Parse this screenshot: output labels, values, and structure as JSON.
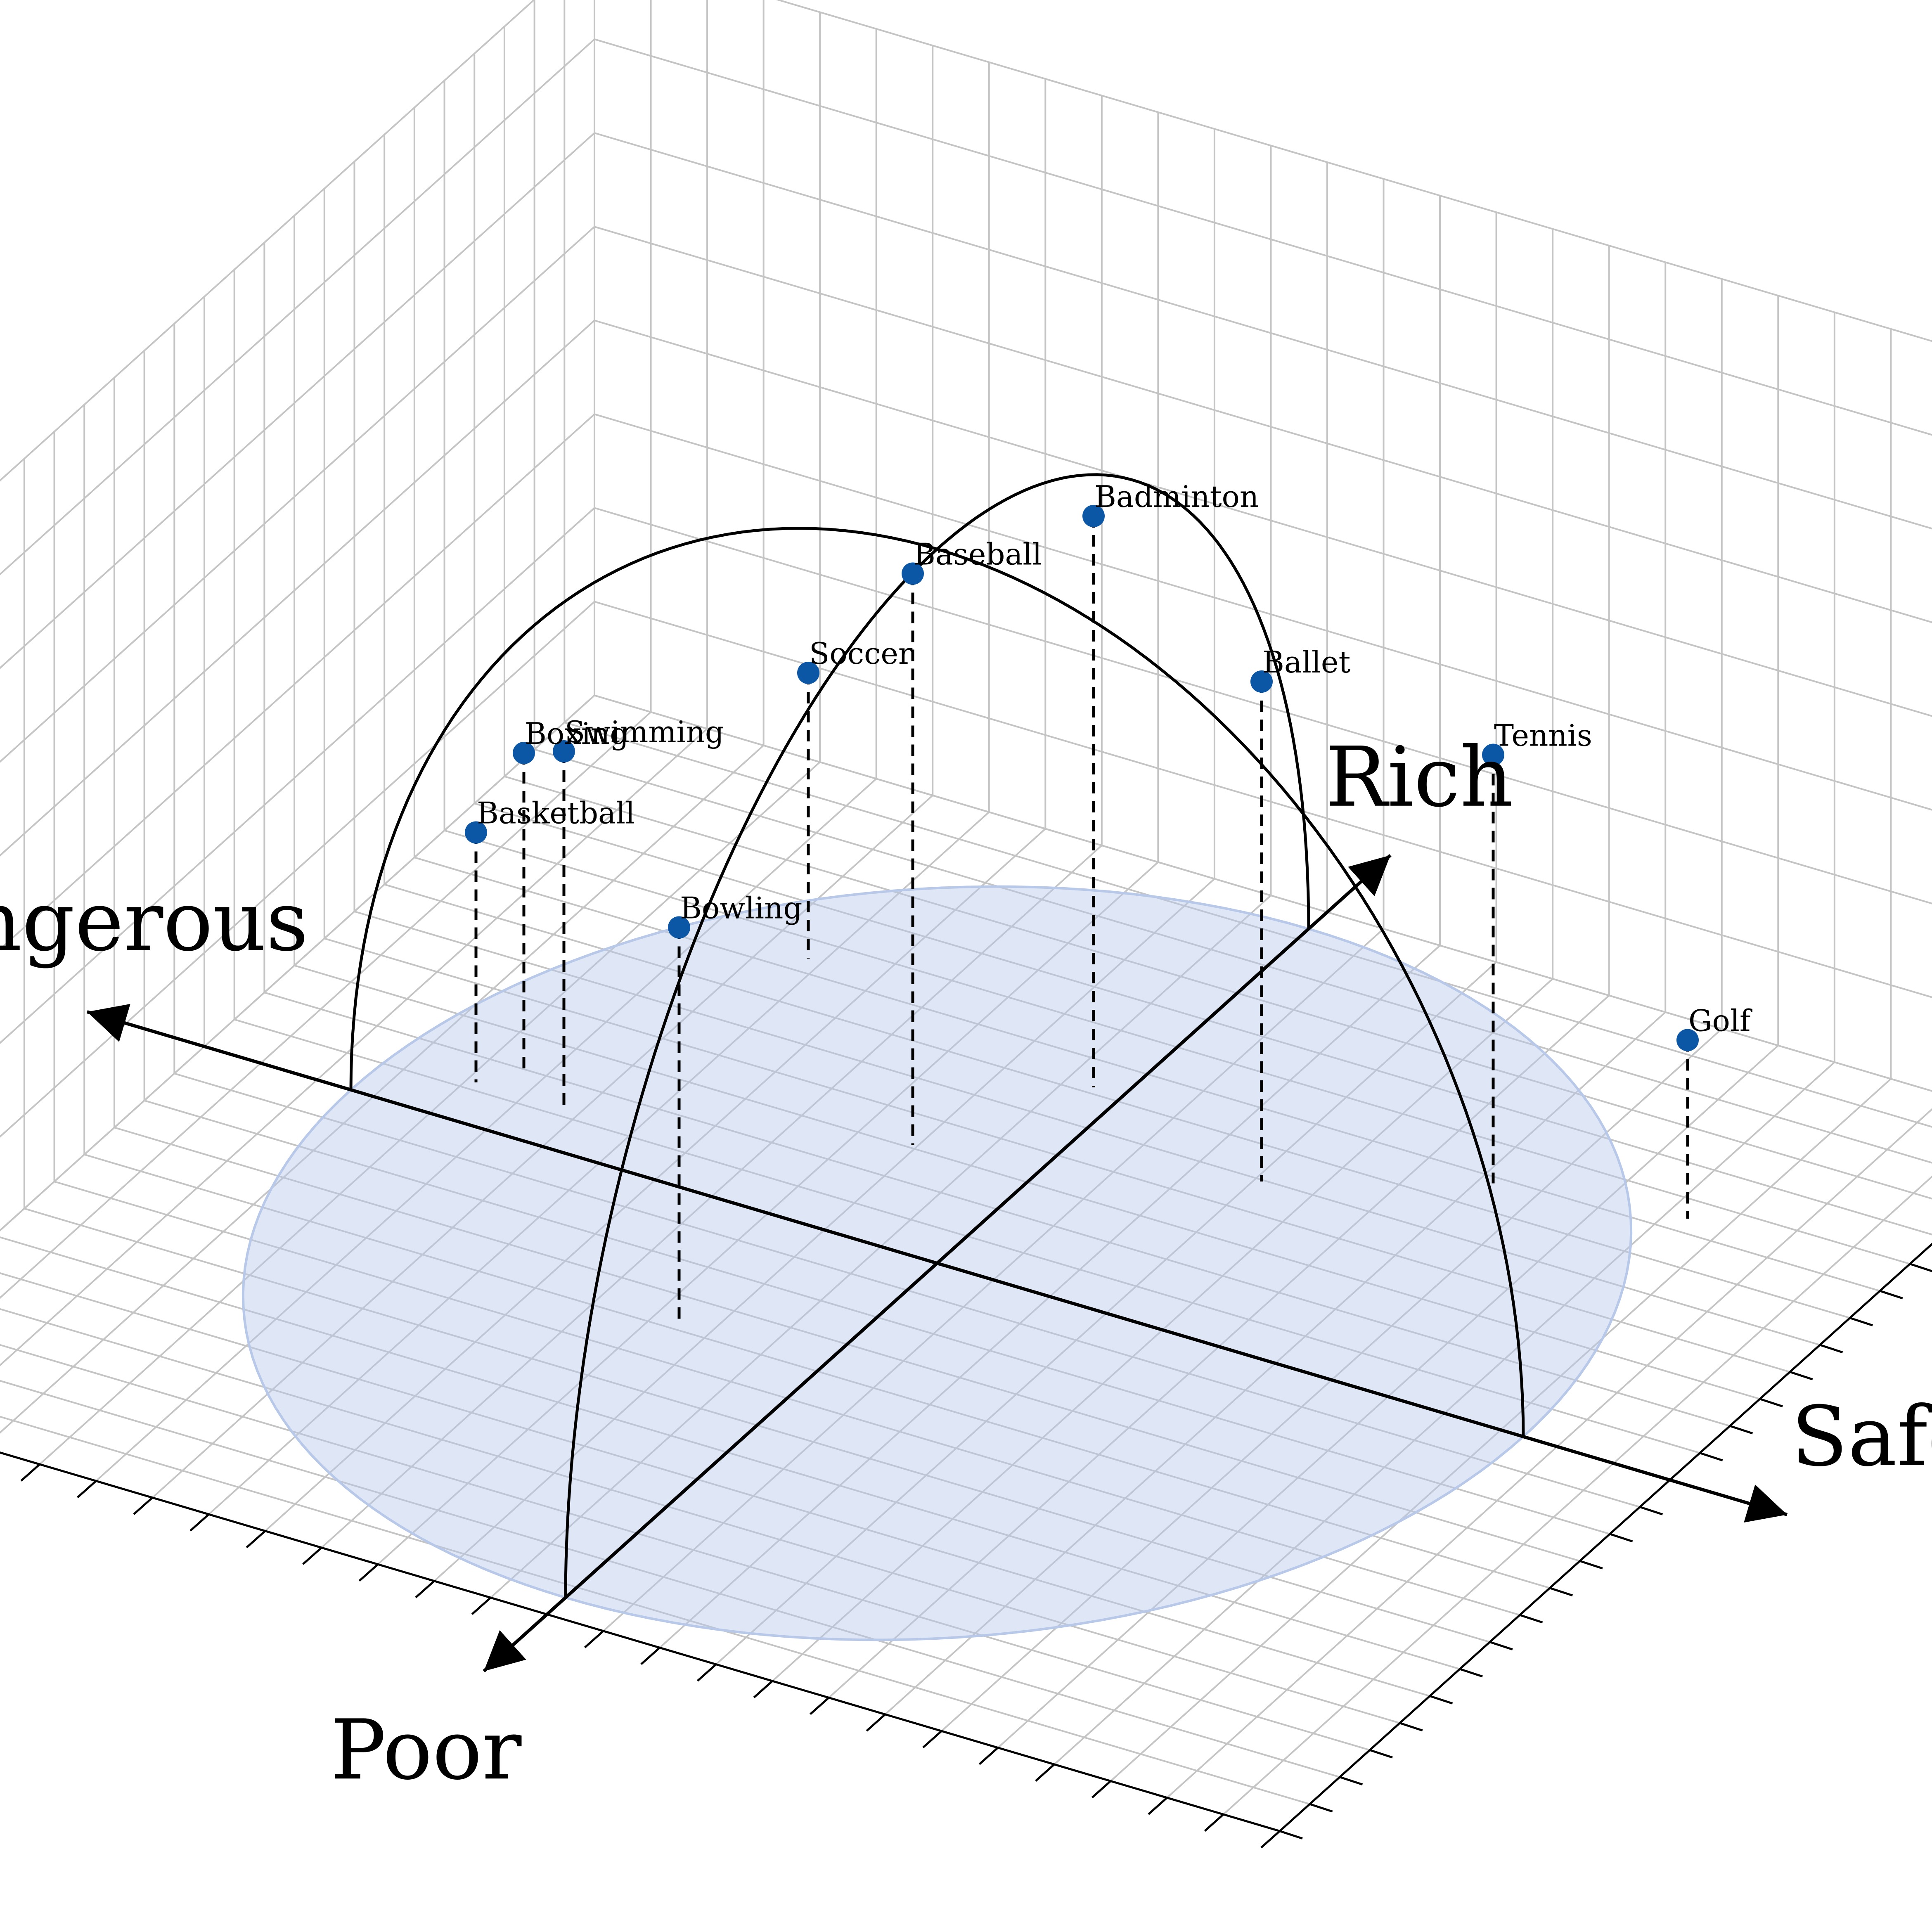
{
  "chart_data": {
    "type": "scatter",
    "title": "",
    "axis_labels": {
      "x_negative": "Dangerous",
      "x_positive": "Safe",
      "y_negative": "Poor",
      "y_positive": "Rich"
    },
    "points": [
      {
        "label": "Basketball",
        "x": -0.85,
        "y": 0.1,
        "z": 0.35
      },
      {
        "label": "Boxing",
        "x": -0.8,
        "y": 0.15,
        "z": 0.45
      },
      {
        "label": "Swimming",
        "x": -0.7,
        "y": 0.1,
        "z": 0.5
      },
      {
        "label": "Soccer",
        "x": -0.6,
        "y": 0.6,
        "z": 0.4
      },
      {
        "label": "Baseball",
        "x": -0.2,
        "y": 0.25,
        "z": 0.8
      },
      {
        "label": "Badminton",
        "x": -0.05,
        "y": 0.5,
        "z": 0.8
      },
      {
        "label": "Bowling",
        "x": -0.25,
        "y": -0.3,
        "z": 0.55
      },
      {
        "label": "Ballet",
        "x": 0.3,
        "y": 0.4,
        "z": 0.7
      },
      {
        "label": "Tennis",
        "x": 0.6,
        "y": 0.55,
        "z": 0.6
      },
      {
        "label": "Golf",
        "x": 0.9,
        "y": 0.6,
        "z": 0.25
      }
    ],
    "point_color": "#0b57a6",
    "disc_color": "#b8c8e8",
    "grid": true
  }
}
